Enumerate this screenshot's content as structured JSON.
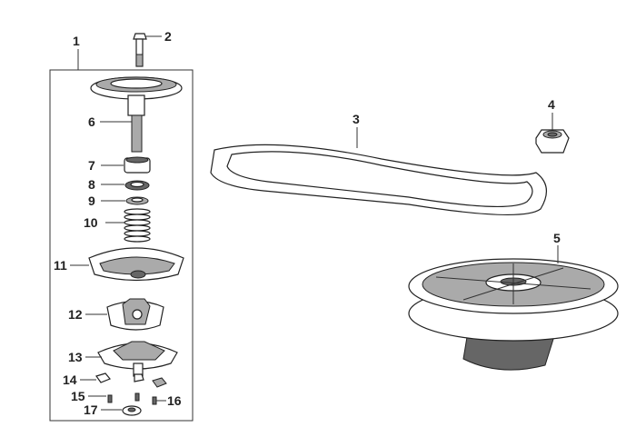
{
  "diagram": {
    "type": "exploded-parts-view",
    "callouts": [
      "1",
      "2",
      "3",
      "4",
      "5",
      "6",
      "7",
      "8",
      "9",
      "10",
      "11",
      "12",
      "13",
      "14",
      "15",
      "16",
      "17"
    ]
  }
}
